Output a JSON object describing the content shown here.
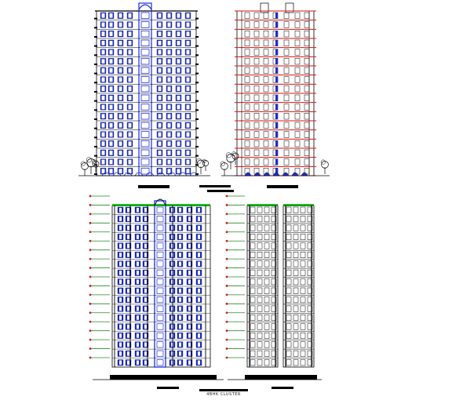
{
  "drawing": {
    "caption": "4BHK CLUSTER",
    "colors": {
      "ink": "#000000",
      "window": "#1a2dd8",
      "slab": "#e01010",
      "roof": "#22cc22",
      "marker": "#2a8a2a",
      "marker_tip": "#cc2222"
    },
    "elevations": [
      {
        "view": "front-elevation-left",
        "floors": 18,
        "style": "blue-windows"
      },
      {
        "view": "front-elevation-right",
        "floors": 18,
        "style": "red-slabs"
      },
      {
        "view": "side-elevation-left",
        "floors": 18,
        "style": "green-roof-blue-windows"
      },
      {
        "view": "side-elevation-right",
        "floors": 18,
        "style": "green-roof-black"
      }
    ]
  }
}
